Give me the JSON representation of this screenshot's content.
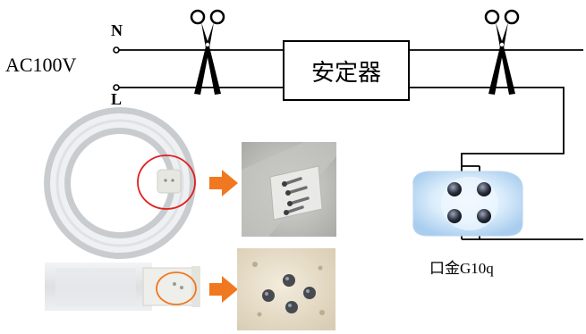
{
  "source_label": "AC100V",
  "neutral_label": "N",
  "line_label": "L",
  "ballast_label": "安定器",
  "socket_label": "口金G10q",
  "colors": {
    "wire": "#000000",
    "arrow": "#f07820",
    "circle_line_marker": "#e02020",
    "straight_line_marker": "#f07820"
  },
  "icons": [
    "scissors-icon",
    "arrow-right-icon"
  ]
}
